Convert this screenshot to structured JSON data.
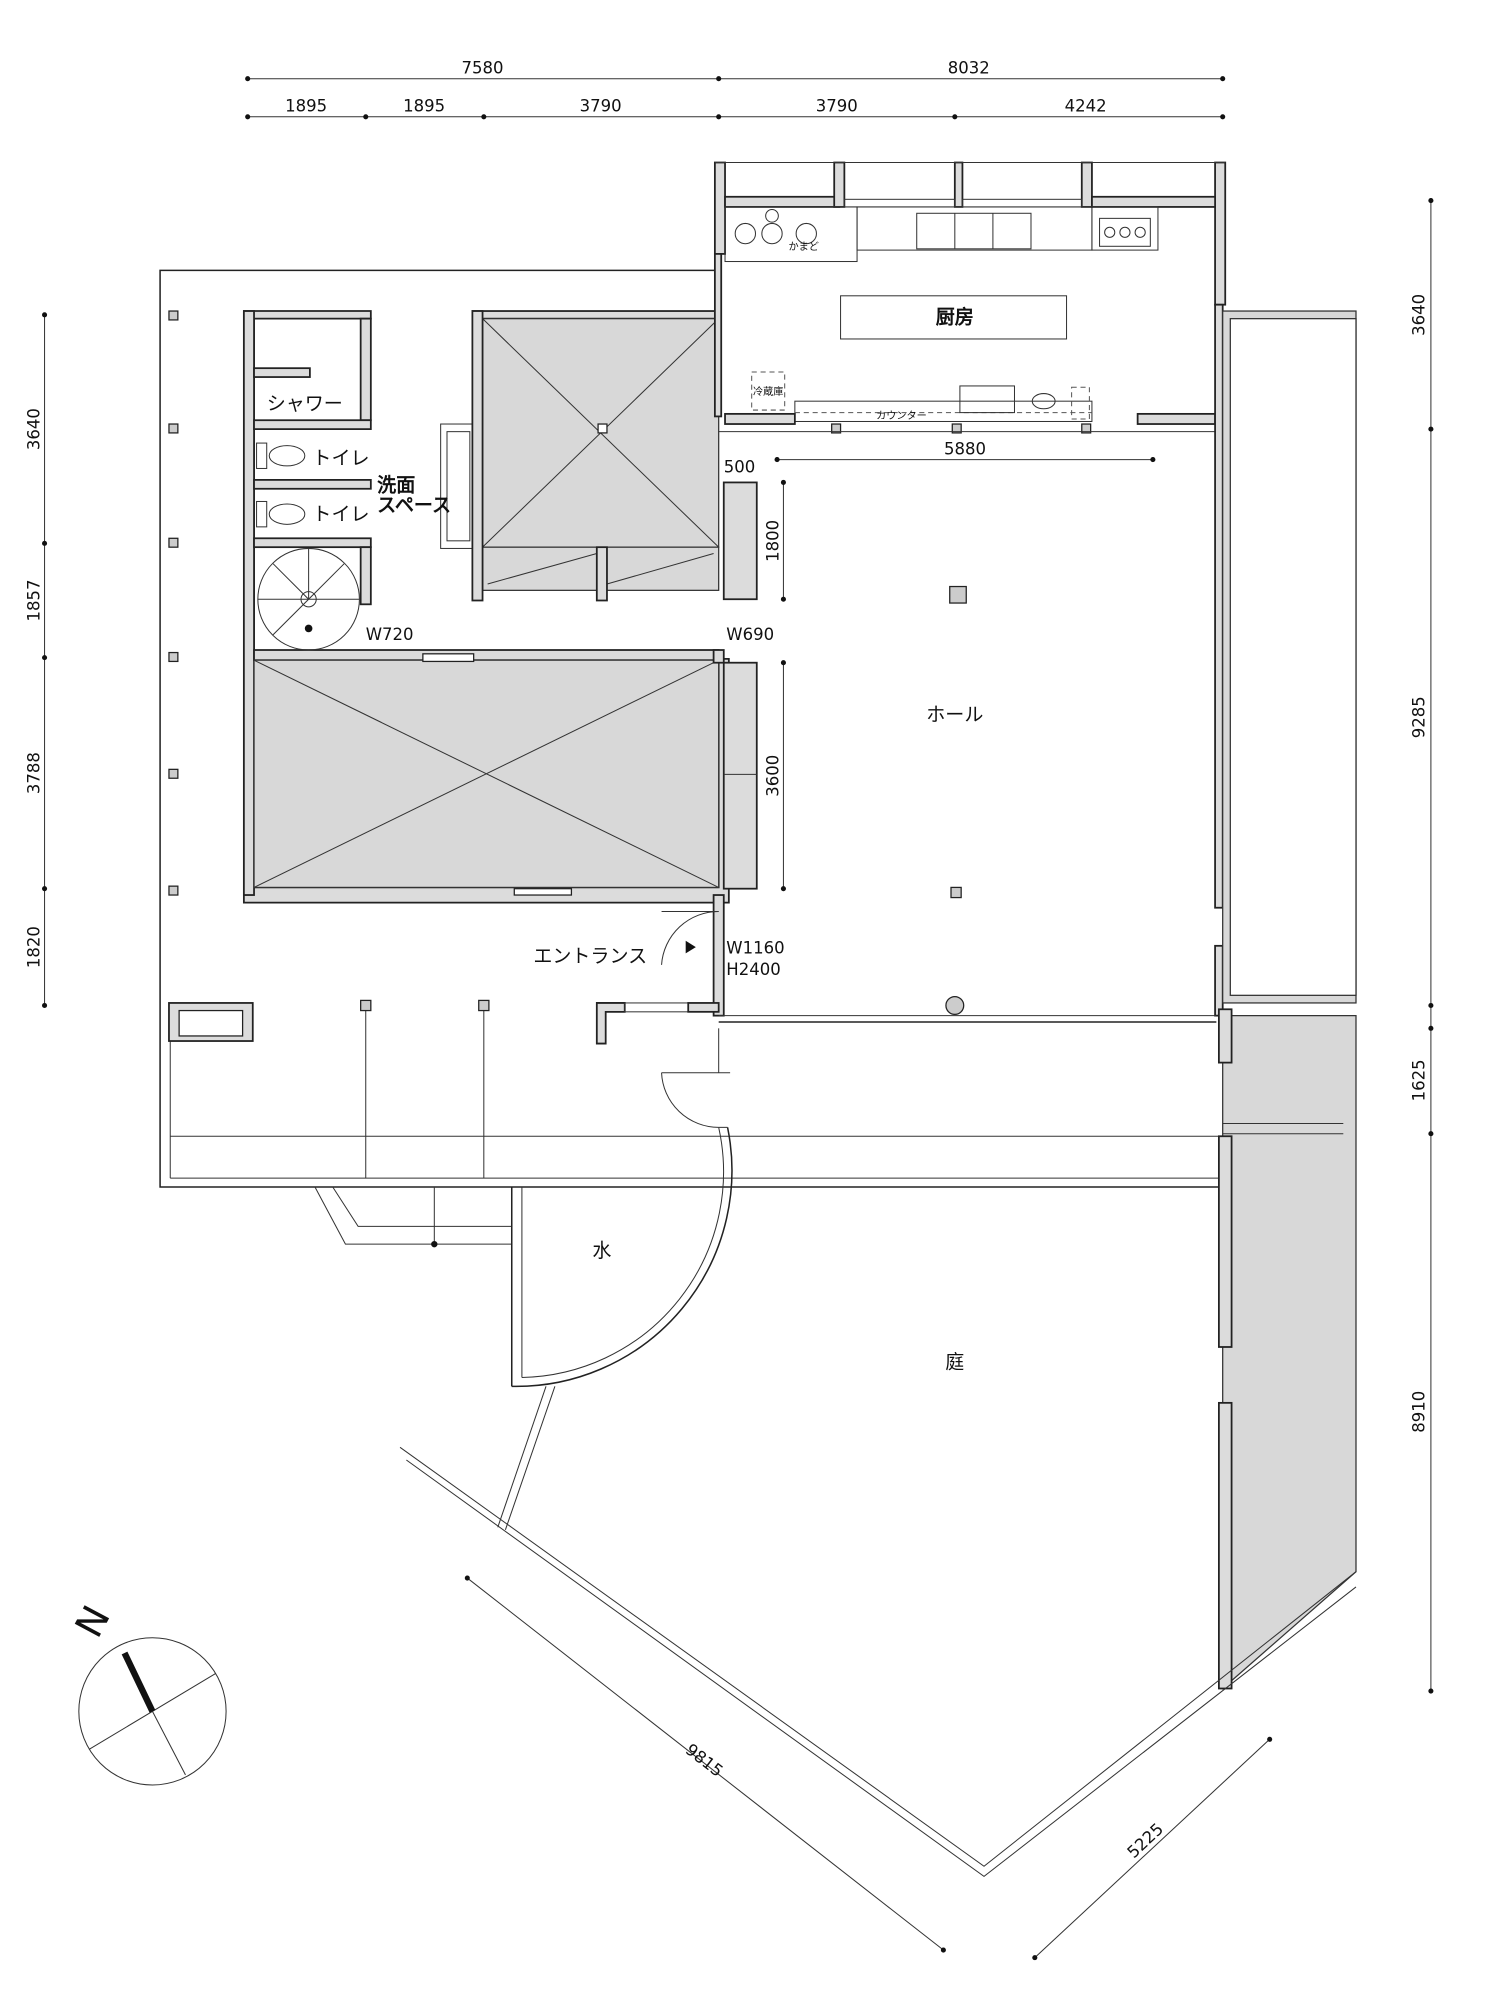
{
  "dimensions": {
    "top_overall": [
      "7580",
      "8032"
    ],
    "top_detail": [
      "1895",
      "1895",
      "3790",
      "3790",
      "4242"
    ],
    "left": [
      "3640",
      "1857",
      "3788",
      "1820"
    ],
    "right": [
      "3640",
      "9285",
      "1625",
      "8910"
    ],
    "interior": {
      "d500": "500",
      "d5880": "5880",
      "d1800": "1800",
      "d3600": "3600"
    },
    "diagonal": [
      "9815",
      "5225"
    ]
  },
  "rooms": {
    "kitchen": "厨房",
    "kamado": "かまど",
    "fridge": "冷蔵庫",
    "counter": "カウンター",
    "shower": "シャワー",
    "toilet1": "トイレ",
    "toilet2": "トイレ",
    "washroom_line1": "洗面",
    "washroom_line2": "スペース",
    "hall": "ホール",
    "entrance": "エントランス",
    "water": "水",
    "garden": "庭"
  },
  "openings": {
    "w720": "W720",
    "w690": "W690",
    "entrance_w": "W1160",
    "entrance_h": "H2400"
  },
  "compass": {
    "north": "N"
  }
}
